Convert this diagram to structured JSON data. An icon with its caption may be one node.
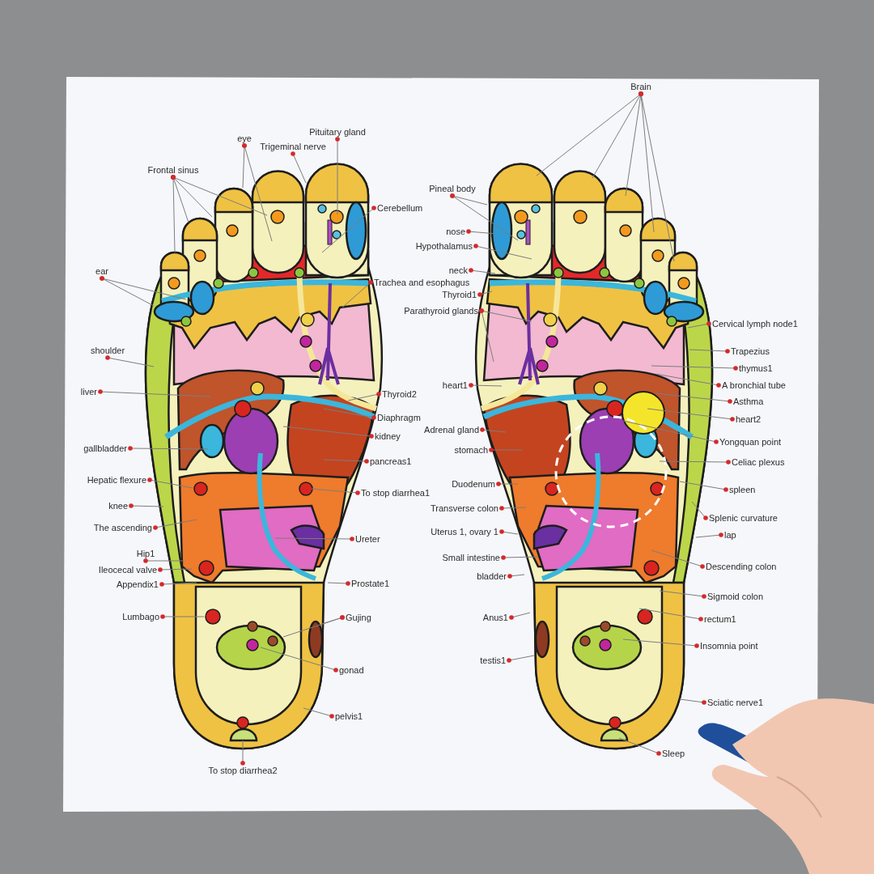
{
  "diagram": {
    "nodes": [
      {
        "text": [
          "Brain"
        ]
      },
      {
        "text": [
          "Pituitary gland"
        ]
      },
      {
        "text": [
          "eye"
        ]
      },
      {
        "text": [
          "Trigeminal nerve"
        ]
      },
      {
        "text": [
          "Frontal sinus"
        ]
      },
      {
        "text": [
          "Pineal body"
        ]
      },
      {
        "text": [
          "Cerebellum"
        ]
      },
      {
        "text": [
          "nose"
        ]
      },
      {
        "text": [
          "Hypothalamus"
        ]
      },
      {
        "text": [
          "neck"
        ]
      },
      {
        "text": [
          "ear"
        ]
      },
      {
        "text": [
          "Trachea and esophagus"
        ]
      },
      {
        "text": [
          "Thyroid1"
        ]
      },
      {
        "text": [
          "Parathyroid glands"
        ]
      },
      {
        "text": [
          "Cervical lymph node1"
        ]
      },
      {
        "text": [
          "shoulder"
        ]
      },
      {
        "text": [
          "Trapezius"
        ]
      },
      {
        "text": [
          "thymus1"
        ]
      },
      {
        "text": [
          "A bronchial tube"
        ]
      },
      {
        "text": [
          "heart1"
        ]
      },
      {
        "text": [
          "liver"
        ]
      },
      {
        "text": [
          "Thyroid2"
        ]
      },
      {
        "text": [
          "Asthma"
        ]
      },
      {
        "text": [
          "Diaphragm"
        ]
      },
      {
        "text": [
          "heart2"
        ]
      },
      {
        "text": [
          "Adrenal gland"
        ]
      },
      {
        "text": [
          "kidney"
        ]
      },
      {
        "text": [
          "Yongquan point"
        ]
      },
      {
        "text": [
          "gallbladder"
        ]
      },
      {
        "text": [
          "stomach"
        ]
      },
      {
        "text": [
          "pancreas1"
        ]
      },
      {
        "text": [
          "Celiac plexus"
        ]
      },
      {
        "text": [
          "Hepatic flexure"
        ]
      },
      {
        "text": [
          "Duodenum"
        ]
      },
      {
        "text": [
          "spleen"
        ]
      },
      {
        "text": [
          "To stop diarrhea1"
        ]
      },
      {
        "text": [
          "knee"
        ]
      },
      {
        "text": [
          "Transverse colon"
        ]
      },
      {
        "text": [
          "Splenic curvature"
        ]
      },
      {
        "text": [
          "The ascending"
        ]
      },
      {
        "text": [
          "Uterus 1, ovary 1"
        ]
      },
      {
        "text": [
          "lap"
        ]
      },
      {
        "text": [
          "Ureter"
        ]
      },
      {
        "text": [
          "Hip1"
        ]
      },
      {
        "text": [
          "Small intestine"
        ]
      },
      {
        "text": [
          "Descending colon"
        ]
      },
      {
        "text": [
          "Ileocecal valve"
        ]
      },
      {
        "text": [
          "bladder"
        ]
      },
      {
        "text": [
          "Appendix1"
        ]
      },
      {
        "text": [
          "Prostate1"
        ]
      },
      {
        "text": [
          "Sigmoid colon"
        ]
      },
      {
        "text": [
          "Lumbago"
        ]
      },
      {
        "text": [
          "Gujing"
        ]
      },
      {
        "text": [
          "Anus1"
        ]
      },
      {
        "text": [
          "rectum1"
        ]
      },
      {
        "text": [
          "Insomnia point"
        ]
      },
      {
        "text": [
          "testis1"
        ]
      },
      {
        "text": [
          "gonad"
        ]
      },
      {
        "text": [
          "Sciatic nerve1"
        ]
      },
      {
        "text": [
          "pelvis1"
        ]
      },
      {
        "text": [
          "Sleep"
        ]
      },
      {
        "text": [
          "To stop diarrhea2"
        ]
      }
    ],
    "edges": [
      {
        "from": 0,
        "to": null,
        "arrow": "other"
      },
      {
        "from": 0,
        "to": null,
        "arrow": "other"
      },
      {
        "from": 0,
        "to": null,
        "arrow": "other"
      },
      {
        "from": 0,
        "to": null,
        "arrow": "other"
      },
      {
        "from": 0,
        "to": null,
        "arrow": "other"
      },
      {
        "from": 1,
        "to": null,
        "arrow": "other"
      },
      {
        "from": 2,
        "to": null,
        "arrow": "other"
      },
      {
        "from": 2,
        "to": null,
        "arrow": "other"
      },
      {
        "from": 3,
        "to": null,
        "arrow": "other"
      },
      {
        "from": 4,
        "to": null,
        "arrow": "other"
      },
      {
        "from": 4,
        "to": null,
        "arrow": "other"
      },
      {
        "from": 4,
        "to": null,
        "arrow": "other"
      },
      {
        "from": 4,
        "to": null,
        "arrow": "other"
      },
      {
        "from": 5,
        "to": null,
        "arrow": "other"
      },
      {
        "from": 5,
        "to": null,
        "arrow": "other"
      },
      {
        "from": 6,
        "to": null,
        "arrow": "other"
      },
      {
        "from": 7,
        "to": null,
        "arrow": "other"
      },
      {
        "from": 8,
        "to": null,
        "arrow": "other"
      },
      {
        "from": 9,
        "to": null,
        "arrow": "other"
      },
      {
        "from": 10,
        "to": null,
        "arrow": "other"
      },
      {
        "from": 10,
        "to": null,
        "arrow": "other"
      },
      {
        "from": 11,
        "to": null,
        "arrow": "other"
      },
      {
        "from": 12,
        "to": null,
        "arrow": "other"
      },
      {
        "from": 13,
        "to": null,
        "arrow": "other"
      },
      {
        "from": 13,
        "to": null,
        "arrow": "other"
      },
      {
        "from": 14,
        "to": null,
        "arrow": "other"
      },
      {
        "from": 15,
        "to": null,
        "arrow": "other"
      },
      {
        "from": 16,
        "to": null,
        "arrow": "other"
      },
      {
        "from": 17,
        "to": null,
        "arrow": "other"
      },
      {
        "from": 18,
        "to": null,
        "arrow": "other"
      },
      {
        "from": 19,
        "to": null,
        "arrow": "other"
      },
      {
        "from": 20,
        "to": null,
        "arrow": "other"
      },
      {
        "from": 21,
        "to": null,
        "arrow": "other"
      },
      {
        "from": 22,
        "to": null,
        "arrow": "other"
      },
      {
        "from": 23,
        "to": null,
        "arrow": "other"
      },
      {
        "from": 24,
        "to": null,
        "arrow": "other"
      },
      {
        "from": 25,
        "to": null,
        "arrow": "other"
      },
      {
        "from": 26,
        "to": null,
        "arrow": "other"
      },
      {
        "from": 27,
        "to": null,
        "arrow": "other"
      },
      {
        "from": 28,
        "to": null,
        "arrow": "other"
      },
      {
        "from": 29,
        "to": null,
        "arrow": "other"
      },
      {
        "from": 30,
        "to": null,
        "arrow": "other"
      },
      {
        "from": 31,
        "to": null,
        "arrow": "other"
      },
      {
        "from": 32,
        "to": null,
        "arrow": "other"
      },
      {
        "from": 33,
        "to": null,
        "arrow": "other"
      },
      {
        "from": 34,
        "to": null,
        "arrow": "other"
      },
      {
        "from": 35,
        "to": null,
        "arrow": "other"
      },
      {
        "from": 36,
        "to": null,
        "arrow": "other"
      },
      {
        "from": 37,
        "to": null,
        "arrow": "other"
      },
      {
        "from": 38,
        "to": null,
        "arrow": "other"
      },
      {
        "from": 39,
        "to": null,
        "arrow": "other"
      },
      {
        "from": 40,
        "to": null,
        "arrow": "other"
      },
      {
        "from": 41,
        "to": null,
        "arrow": "other"
      },
      {
        "from": 42,
        "to": null,
        "arrow": "other"
      },
      {
        "from": 43,
        "to": null,
        "arrow": "other"
      },
      {
        "from": 44,
        "to": null,
        "arrow": "other"
      },
      {
        "from": 45,
        "to": null,
        "arrow": "other"
      },
      {
        "from": 46,
        "to": null,
        "arrow": "other"
      },
      {
        "from": 47,
        "to": null,
        "arrow": "other"
      },
      {
        "from": 48,
        "to": null,
        "arrow": "other"
      },
      {
        "from": 49,
        "to": null,
        "arrow": "other"
      },
      {
        "from": 50,
        "to": null,
        "arrow": "other"
      },
      {
        "from": 51,
        "to": null,
        "arrow": "other"
      },
      {
        "from": 52,
        "to": null,
        "arrow": "other"
      },
      {
        "from": 52,
        "to": null,
        "arrow": "other"
      },
      {
        "from": 53,
        "to": null,
        "arrow": "other"
      },
      {
        "from": 54,
        "to": null,
        "arrow": "other"
      },
      {
        "from": 55,
        "to": null,
        "arrow": "other"
      },
      {
        "from": 56,
        "to": null,
        "arrow": "other"
      },
      {
        "from": 57,
        "to": null,
        "arrow": "other"
      },
      {
        "from": 58,
        "to": null,
        "arrow": "other"
      },
      {
        "from": 59,
        "to": null,
        "arrow": "other"
      },
      {
        "from": 60,
        "to": null,
        "arrow": "other"
      },
      {
        "from": 61,
        "to": null,
        "arrow": "other"
      }
    ]
  }
}
